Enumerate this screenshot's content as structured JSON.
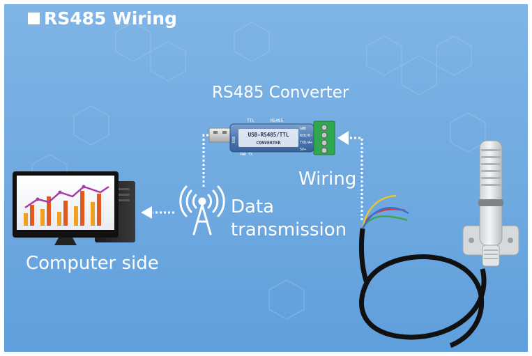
{
  "title": "RS485 Wiring",
  "labels": {
    "converter": "RS485 Converter",
    "wiring": "Wiring",
    "data_transmission_line1": "Data",
    "data_transmission_line2": "transmission",
    "computer_side": "Computer side"
  },
  "converter_device": {
    "main_text": "USB-RS485/TTL",
    "sub_text": "CONVERTER",
    "top_ttl": "TTL",
    "top_rs485": "RS485",
    "usb_side": "USB",
    "pins": [
      "GND",
      "RXD/B-",
      "TXD/A+",
      "5V+"
    ],
    "leds": "PWR TX"
  },
  "colors": {
    "background": "#6fa9e0",
    "text": "#ffffff",
    "terminal_block": "#2fa84f",
    "wire_red": "#d83a3a",
    "wire_yellow": "#e8c530",
    "wire_green": "#3aa84a",
    "wire_blue": "#3a6fd8"
  }
}
